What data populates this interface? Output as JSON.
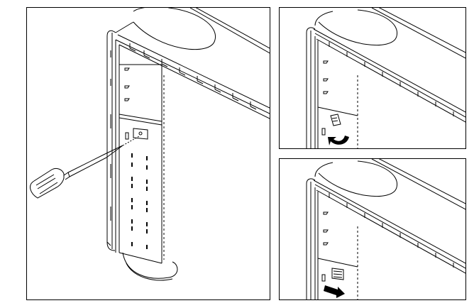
{
  "figure": {
    "panels": [
      {
        "id": "main",
        "description_icon": "screwdriver-removing-screw"
      },
      {
        "id": "top-right",
        "description_icon": "rotate-arrow"
      },
      {
        "id": "bottom-right",
        "description_icon": "slide-arrow"
      }
    ],
    "colors": {
      "line": "#000000",
      "background": "#ffffff"
    }
  }
}
